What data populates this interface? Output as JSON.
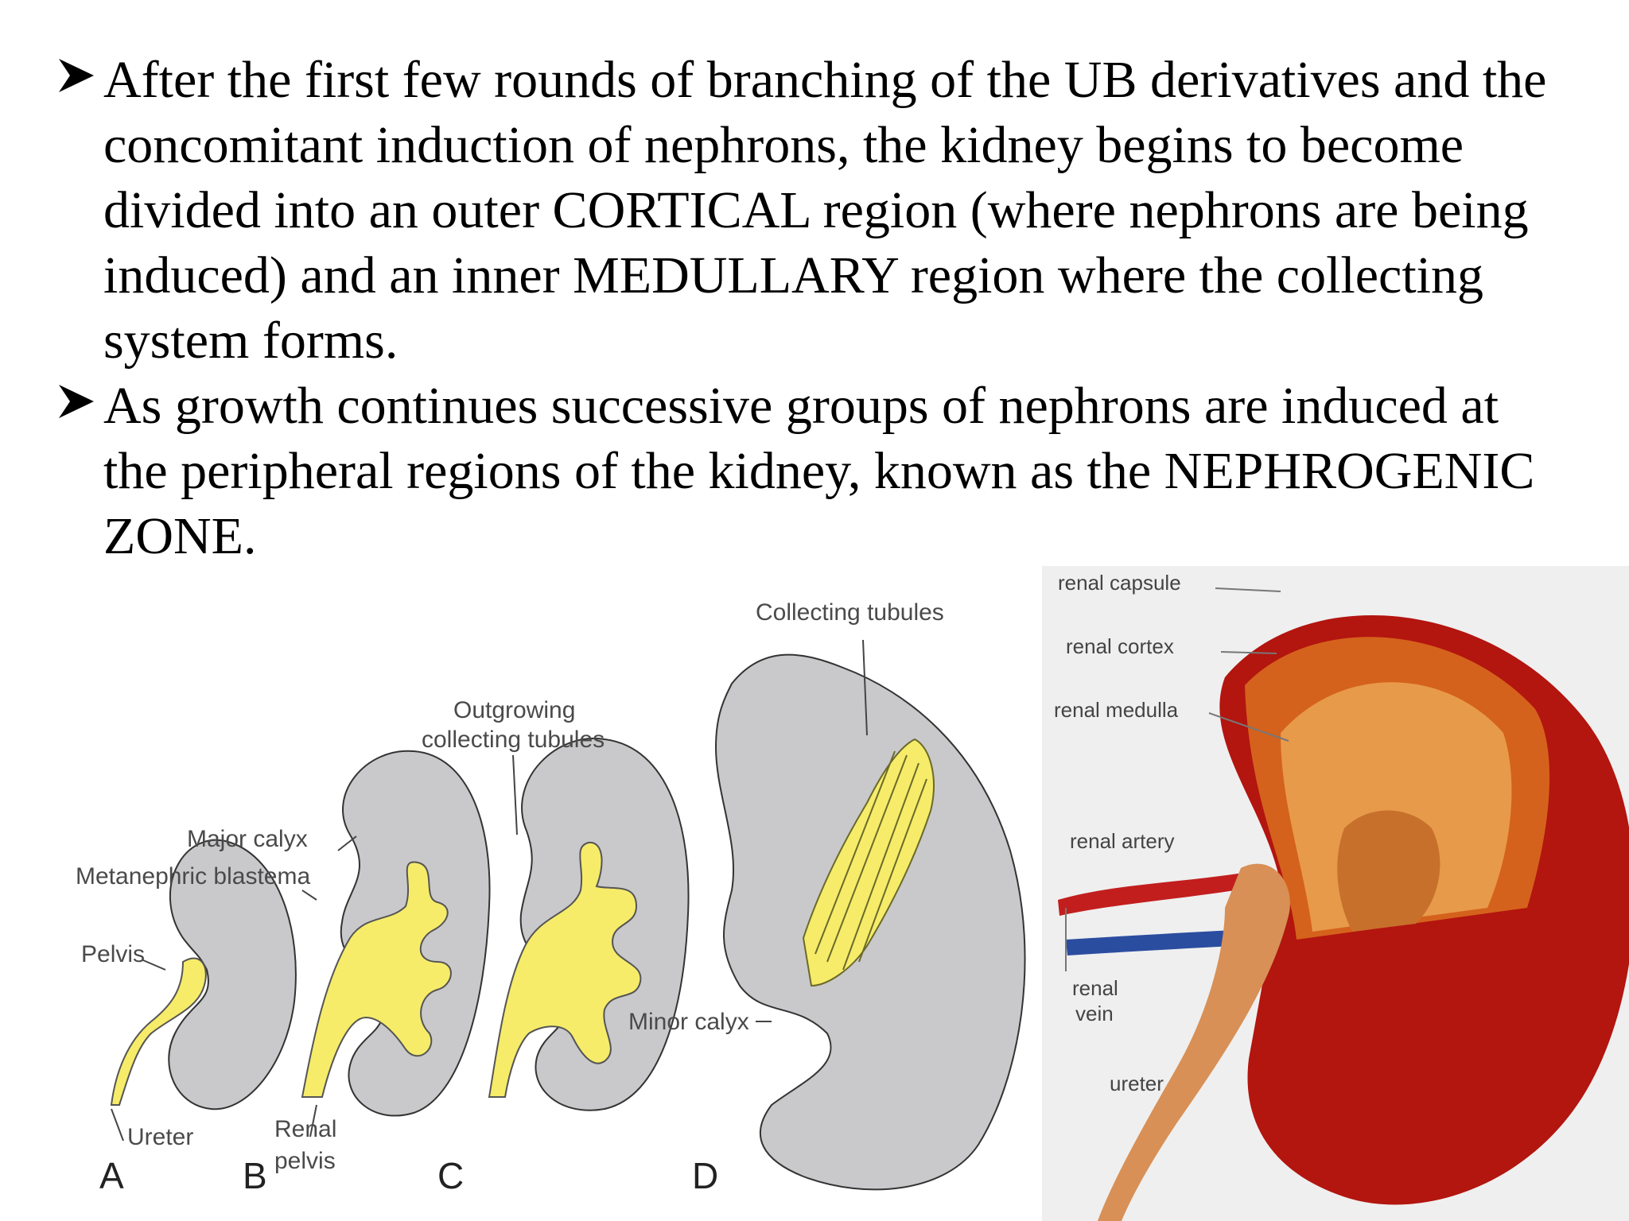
{
  "bullets": [
    {
      "text": "After the first few rounds of branching of the UB derivatives and the concomitant induction of nephrons, the kidney begins to become divided into an outer CORTICAL region (where nephrons are being induced) and an inner MEDULLARY region where the collecting system forms."
    },
    {
      "text": "As growth continues successive groups of nephrons are induced at the peripheral regions of the kidney, known as the NEPHROGENIC ZONE."
    }
  ],
  "bullet_icon": "arrow-bullet-icon",
  "development_diagram": {
    "labels": {
      "collecting_tubules": "Collecting tubules",
      "outgrowing_1": "Outgrowing",
      "outgrowing_2": "collecting tubules",
      "major_calyx": "Major calyx",
      "metanephric_blastema": "Metanephric blastema",
      "pelvis": "Pelvis",
      "ureter": "Ureter",
      "renal_1": "Renal",
      "renal_2": "pelvis",
      "minor_calyx": "Minor calyx"
    },
    "panels": [
      "A",
      "B",
      "C",
      "D"
    ],
    "colors": {
      "tissue": "#c9c9cb",
      "collecting_system": "#f6ec6a"
    }
  },
  "kidney_illustration": {
    "labels": {
      "renal_capsule": "renal capsule",
      "renal_cortex": "renal cortex",
      "renal_medulla": "renal medulla",
      "renal_artery": "renal artery",
      "renal_vein_1": "renal",
      "renal_vein_2": "vein",
      "ureter": "ureter"
    },
    "colors": {
      "capsule": "#b3150f",
      "cortex": "#d4621c",
      "medulla": "#e79a4a",
      "artery": "#c21e1e",
      "vein": "#2b4da0",
      "ureter": "#d89056"
    }
  }
}
